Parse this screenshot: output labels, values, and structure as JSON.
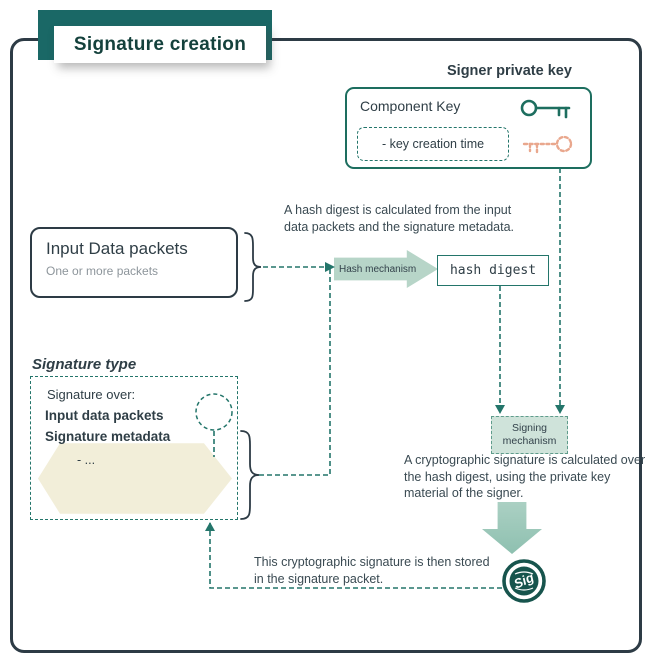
{
  "title": "Signature creation",
  "signer_private_key": {
    "label": "Signer private key",
    "component_key": "Component Key",
    "key_creation_time": "- key creation time"
  },
  "input_data_packets": {
    "title": "Input Data packets",
    "subtitle": "One or more packets"
  },
  "notes": {
    "hash_note": "A hash digest is calculated from the input data packets and the signature metadata.",
    "signing_note": "A cryptographic signature is calculated over the hash digest, using the private key material of the signer.",
    "stored_note": "This cryptographic signature is then stored in the signature packet."
  },
  "hash_mechanism_label": "Hash mechanism",
  "hash_digest_label": "hash digest",
  "signing_mechanism_label": "Signing mechanism",
  "signature_type": {
    "heading": "Signature type",
    "over_label": "Signature over:",
    "items": [
      "Input data packets",
      "Signature metadata",
      "- ..."
    ]
  },
  "sig_badge_label": "Sig",
  "colors": {
    "banner_teal": "#1a6866",
    "frame_dark": "#2d3b45",
    "line_teal": "#23756a",
    "light_teal_fill": "#b7d5c8",
    "cream": "#f2eed9",
    "orange_key": "#e9a78d",
    "sig_badge_dark": "#17544d"
  }
}
